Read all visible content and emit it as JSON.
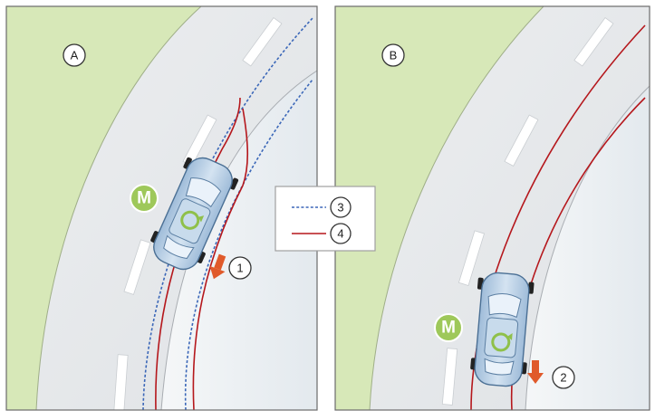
{
  "panels": [
    {
      "id": "A",
      "label": "A",
      "marker": "M",
      "callout": "1"
    },
    {
      "id": "B",
      "label": "B",
      "marker": "M",
      "callout": "2"
    }
  ],
  "legend": [
    {
      "label": "3",
      "style": "dotted",
      "color": "#3b67b8"
    },
    {
      "label": "4",
      "style": "solid",
      "color": "#b5171c"
    }
  ],
  "colors": {
    "grass": "#d7e8b8",
    "road": "#e7e9eb",
    "off_road_right": "#eef1f4",
    "lane_marking": "#ffffff",
    "car_body": "#b9cfe3",
    "marker_green": "#9ec85a",
    "arrow": "#e05a2b",
    "trajectory_predicted": "#3b67b8",
    "trajectory_actual": "#b5171c"
  },
  "icons": [
    "car-top-view-icon",
    "steering-rotation-icon",
    "direction-arrow-icon"
  ]
}
